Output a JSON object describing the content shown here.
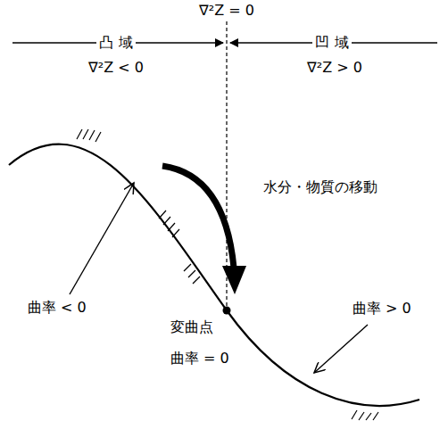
{
  "diagram": {
    "labels": [
      "∇²Z = 0",
      "凸 域",
      "凹 域",
      "∇²Z < 0",
      "∇²Z > 0",
      "水分・物質の移動",
      "曲率 < 0",
      "変曲点",
      "曲率 = 0",
      "曲率 > 0"
    ]
  }
}
